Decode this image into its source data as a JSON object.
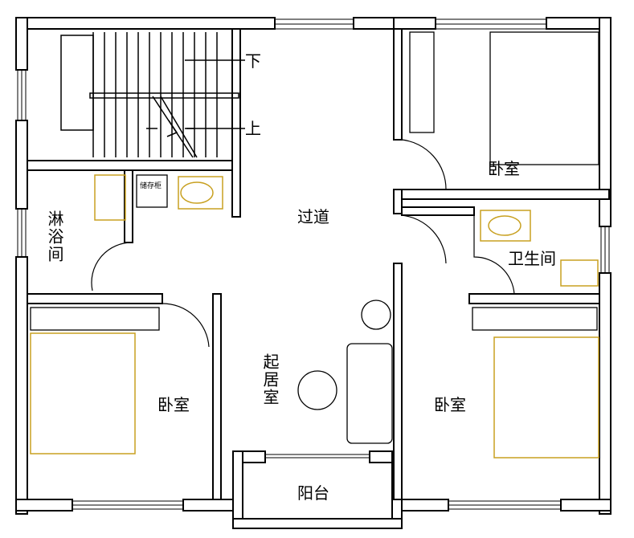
{
  "stairs": {
    "down_label": "下",
    "up_label": "上"
  },
  "rooms": {
    "bedroom_top_right": "卧室",
    "corridor": "过道",
    "shower": "淋浴间",
    "bathroom": "卫生间",
    "living": "起居室",
    "bedroom_bottom_left": "卧室",
    "bedroom_bottom_right": "卧室",
    "balcony": "阳台"
  },
  "fixtures": {
    "cabinet_label": "储存柜"
  },
  "colors": {
    "wall": "#000000",
    "furniture": "#c8a020"
  }
}
